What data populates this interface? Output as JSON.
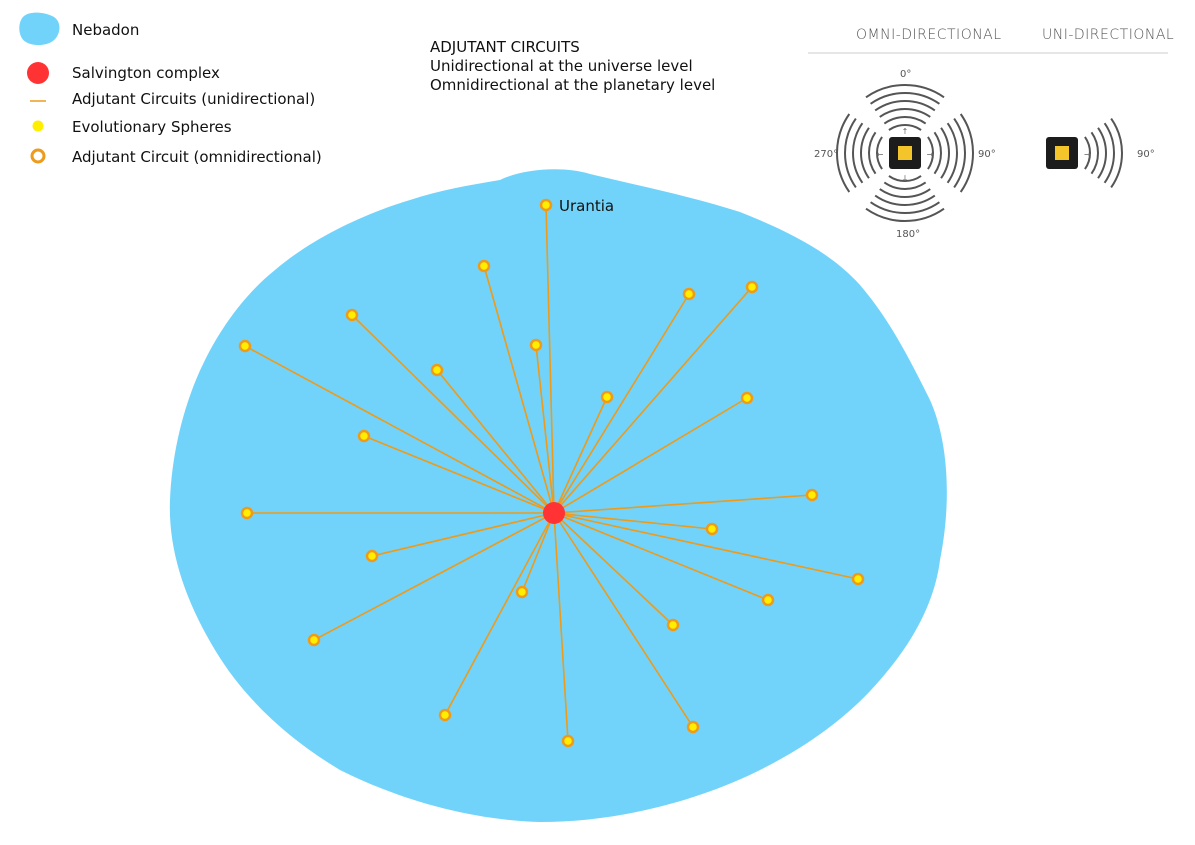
{
  "legend": {
    "nebadon": "Nebadon",
    "salvington": "Salvington complex",
    "circuits_uni": "Adjutant Circuits (unidirectional)",
    "spheres": "Evolutionary Spheres",
    "circuit_omni": "Adjutant Circuit (omnidirectional)"
  },
  "title": {
    "line1": "ADJUTANT CIRCUITS",
    "line2": "Unidirectional at the universe level",
    "line3": "Omnidirectional at the planetary level"
  },
  "inset": {
    "omni_header": "OMNI-DIRECTIONAL",
    "uni_header": "UNI-DIRECTIONAL",
    "deg_0": "0°",
    "deg_90": "90°",
    "deg_180": "180°",
    "deg_270": "270°",
    "uni_deg_90": "90°"
  },
  "diagram": {
    "labeled_sphere": "Urantia",
    "colors": {
      "nebadon": "#72d3fa",
      "salvington": "#ff3333",
      "circuit_line": "#ee9a1a",
      "sphere_fill": "#ffee00",
      "sphere_ring": "#ee9a1a"
    }
  }
}
